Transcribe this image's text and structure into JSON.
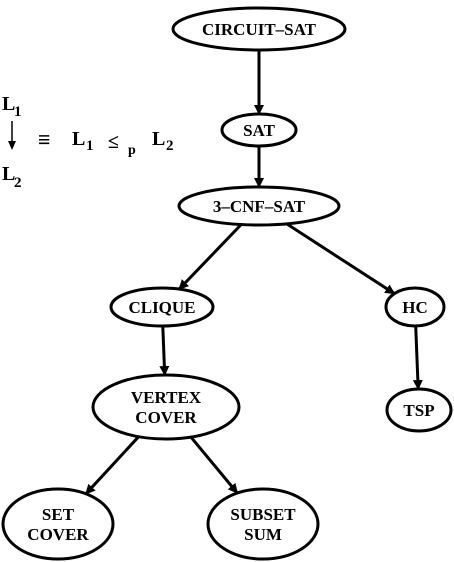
{
  "nodes": {
    "circuit_sat": [
      "CIRCUIT–SAT"
    ],
    "sat": [
      "SAT"
    ],
    "three_cnf_sat": [
      "3–CNF–SAT"
    ],
    "clique": [
      "CLIQUE"
    ],
    "hc": [
      "HC"
    ],
    "vertex_cover": [
      "VERTEX",
      "COVER"
    ],
    "tsp": [
      "TSP"
    ],
    "set_cover": [
      "SET",
      "COVER"
    ],
    "subset_sum": [
      "SUBSET",
      "SUM"
    ]
  },
  "edges": [
    [
      "circuit_sat",
      "sat"
    ],
    [
      "sat",
      "three_cnf_sat"
    ],
    [
      "three_cnf_sat",
      "clique"
    ],
    [
      "three_cnf_sat",
      "hc"
    ],
    [
      "clique",
      "vertex_cover"
    ],
    [
      "hc",
      "tsp"
    ],
    [
      "vertex_cover",
      "set_cover"
    ],
    [
      "vertex_cover",
      "subset_sum"
    ]
  ],
  "legend": {
    "top_label": "L",
    "top_sub": "1",
    "bottom_label": "L",
    "bottom_sub": "2",
    "equiv_symbol": "≡",
    "lhs": "L",
    "lhs_sub": "1",
    "relation": "≤",
    "relation_sub": "p",
    "rhs": "L",
    "rhs_sub": "2"
  }
}
